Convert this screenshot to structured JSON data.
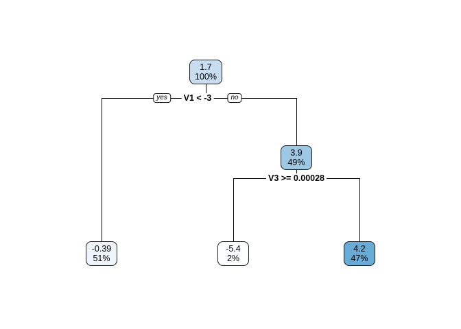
{
  "tree": {
    "root": {
      "value": "1.7",
      "percent": "100%",
      "fill": "#c8ddf0"
    },
    "root_split": {
      "condition": "V1 < -3",
      "yes_label": "yes",
      "no_label": "no"
    },
    "leaf_left": {
      "value": "-0.39",
      "percent": "51%",
      "fill": "#edf5fb"
    },
    "node_right": {
      "value": "3.9",
      "percent": "49%",
      "fill": "#9dc8e4"
    },
    "right_split": {
      "condition": "V3 >= 0.00028"
    },
    "leaf_mid": {
      "value": "-5.4",
      "percent": "2%",
      "fill": "#fdfeff"
    },
    "leaf_right": {
      "value": "4.2",
      "percent": "47%",
      "fill": "#67abd7"
    }
  }
}
